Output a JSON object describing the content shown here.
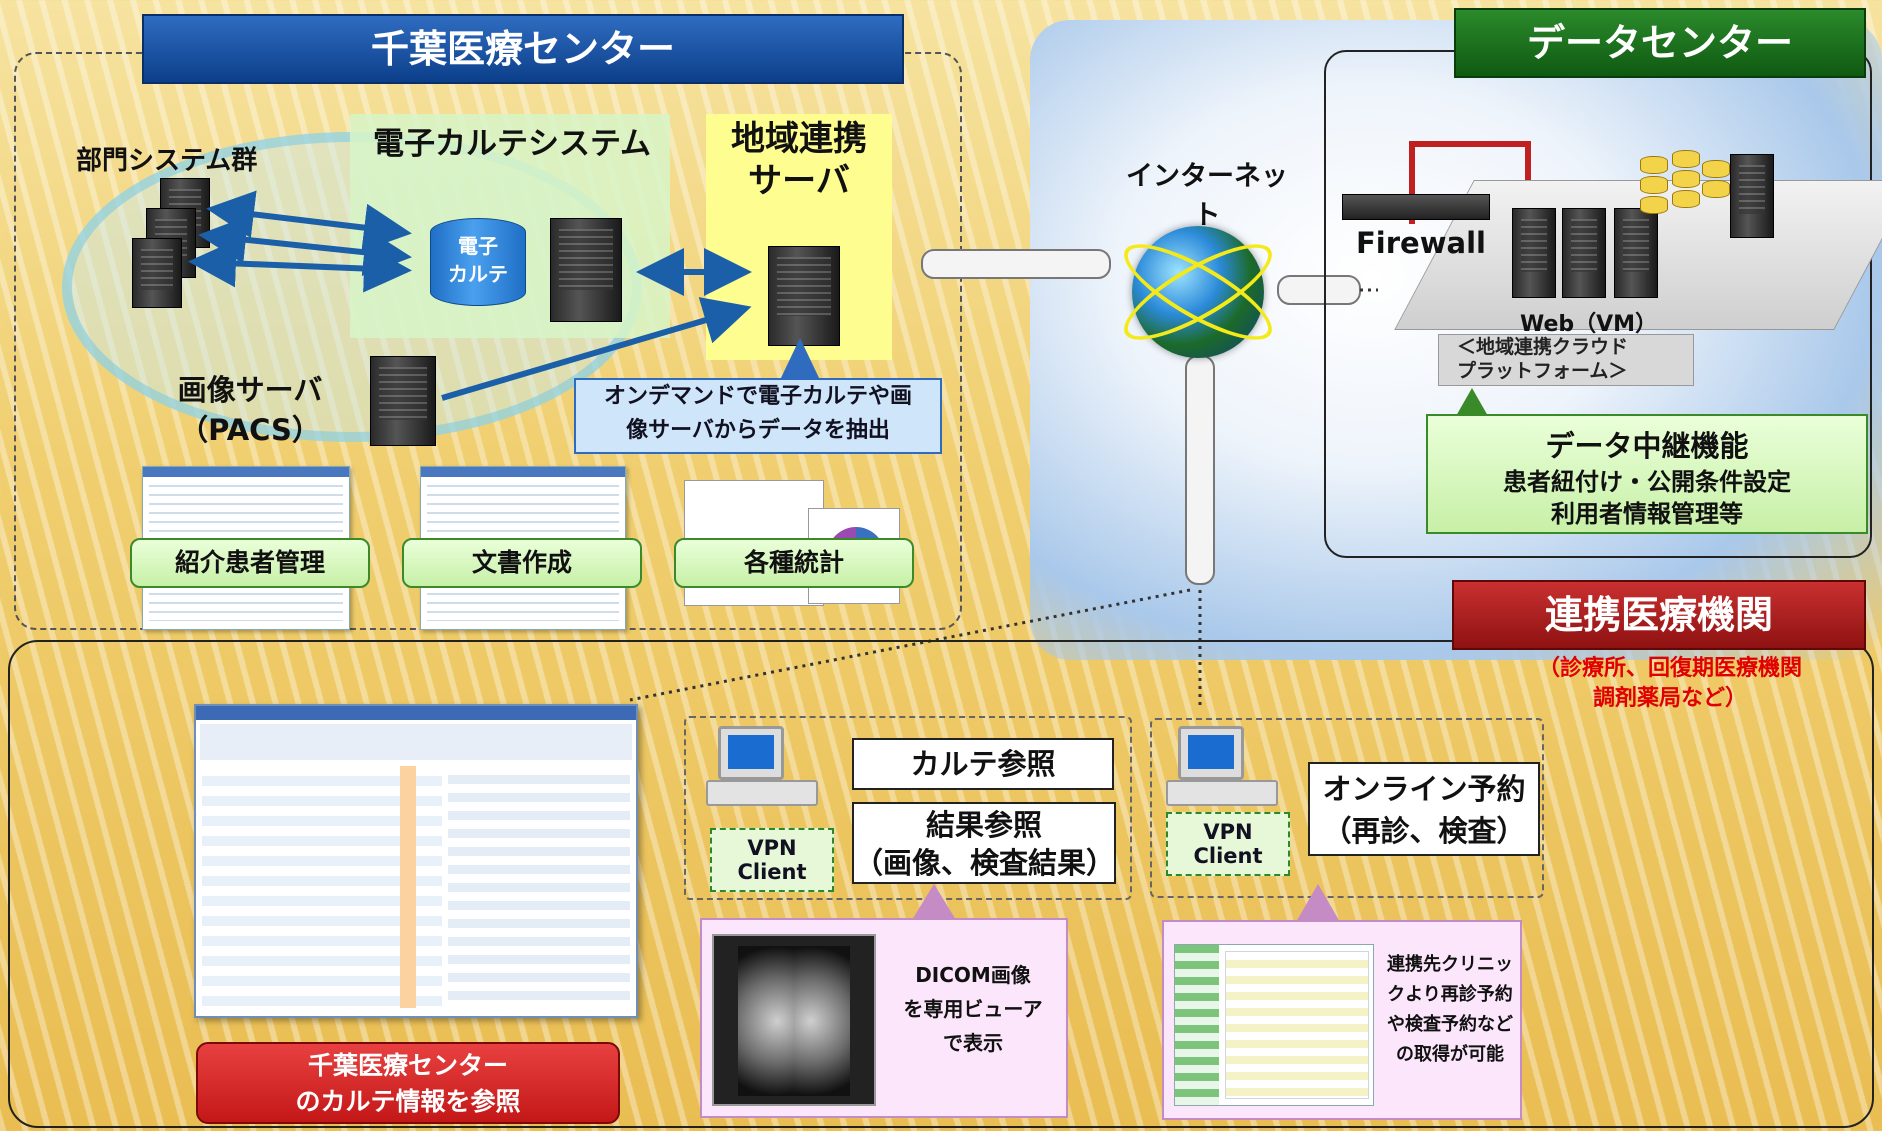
{
  "chiba": {
    "title": "千葉医療センター",
    "dept_systems": "部門システム群",
    "emr_system": "電子カルテシステム",
    "emr_db": [
      "電子",
      "カルテ"
    ],
    "regional_server": [
      "地域連携",
      "サーバ"
    ],
    "image_server": [
      "画像サーバ",
      "（PACS）"
    ],
    "ondemand_note": [
      "オンデマンドで電子カルテや画",
      "像サーバからデータを抽出"
    ],
    "buttons": [
      "紹介患者管理",
      "文書作成",
      "各種統計"
    ]
  },
  "internet": {
    "label": "インターネット"
  },
  "datacenter": {
    "title": "データセンター",
    "firewall": "Firewall",
    "web_vm": "Web（VM）",
    "platform": [
      "＜地域連携クラウド",
      "プラットフォーム＞"
    ],
    "relay": [
      "データ中継機能",
      "患者紐付け・公開条件設定",
      "利用者情報管理等"
    ]
  },
  "partner": {
    "title": "連携医療機関",
    "subtitle": [
      "（診療所、回復期医療機関",
      "調剤薬局など）"
    ],
    "karte_ref_button": [
      "千葉医療センター",
      "のカルテ情報を参照"
    ],
    "vpn_client": [
      "VPN",
      "Client"
    ],
    "karte_ref": "カルテ参照",
    "result_ref": [
      "結果参照",
      "（画像、検査結果）"
    ],
    "dicom_note": [
      "DICOM画像",
      "を専用ビューア",
      "で表示"
    ],
    "online_booking": [
      "オンライン予約",
      "（再診、検査）"
    ],
    "clinic_note": [
      "連携先クリニッ",
      "クより再診予約",
      "や検査予約など",
      "の取得が可能"
    ]
  },
  "colors": {
    "blue_title": "#0c3f8a",
    "green_title": "#0f5a12",
    "red_title": "#8f1212",
    "red_text": "#e00000"
  }
}
